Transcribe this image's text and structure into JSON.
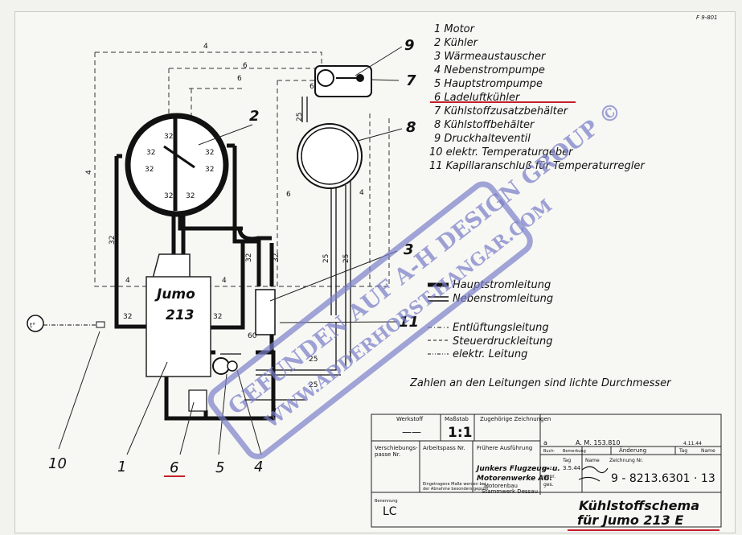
{
  "drawing": {
    "corner_code": "F 9-801",
    "callouts": {
      "c1": "1",
      "c2": "2",
      "c3": "3",
      "c4": "4",
      "c5": "5",
      "c6": "6",
      "c7": "7",
      "c8": "8",
      "c9": "9",
      "c10": "10",
      "c11": "11"
    },
    "engine_label_1": "Jumo",
    "engine_label_2": "213",
    "gauge_label": "t°"
  },
  "parts": [
    "1  Motor",
    "2  Kühler",
    "3  Wärmeaustauscher",
    "4  Nebenstrompumpe",
    "5  Hauptstrompumpe",
    "6  Ladeluftkühler",
    "7  Kühlstoffzusatzbehälter",
    "8  Kühlstoffbehälter",
    "9  Druckhalteventil",
    "10  elektr. Temperaturgeber",
    "11  Kapillaranschluß für Temperaturregler"
  ],
  "line_types": [
    "Hauptstromleitung",
    "Nebenstromleitung",
    "Entlüftungsleitung",
    "Steuerdruckleitung",
    "elektr. Leitung"
  ],
  "note": "Zahlen an den Leitungen sind lichte Durchmesser",
  "title_block": {
    "werkstoff_label": "Werkstoff",
    "massstab_label": "Maßstab",
    "zugehoerige_label": "Zugehörige Zeichnungen",
    "werkstoff_value": "——",
    "scale": "1:1",
    "verschiebung_label_1": "Verschiebungs-",
    "verschiebung_label_2": "passe Nr.",
    "arbeitspass_label": "Arbeitspass Nr.",
    "fruehere_label": "Frühere Ausführung",
    "company_1": "Junkers Flugzeug- u.",
    "company_2": "Motorenwerke AG.",
    "company_3": "Motorenbau",
    "company_4": "Stammwerk Dessau",
    "small_note_1": "Eingetragene Maße werden bei",
    "small_note_2": "der Abnahme besonders geprüft",
    "rev_letter": "a",
    "rev_ref": "A. M. 153.810",
    "rev_date": "4.11.44",
    "label_buchst": "Buch-",
    "label_bemerkung": "Bemerkung",
    "label_aenderung": "Änderung",
    "label_tag": "Tag",
    "label_name": "Name",
    "label_zeichnung": "Zeichnung Nr.",
    "row_gez": "gez.",
    "row_gepr": "gepr.",
    "row_ges": "ges.",
    "date": "3.5.44",
    "drawing_number": "9 - 8213.6301 · 13",
    "label_benennung": "Benennung",
    "lc": "LC",
    "title_1": "Kühlstoffschema",
    "title_2": "für Jumo 213 E"
  },
  "watermark": {
    "line1": "GEFUNDEN AUF A-H DESIGN GROUP ©",
    "line2": "WWW.ADDERHORST-HANGAR.COM"
  }
}
